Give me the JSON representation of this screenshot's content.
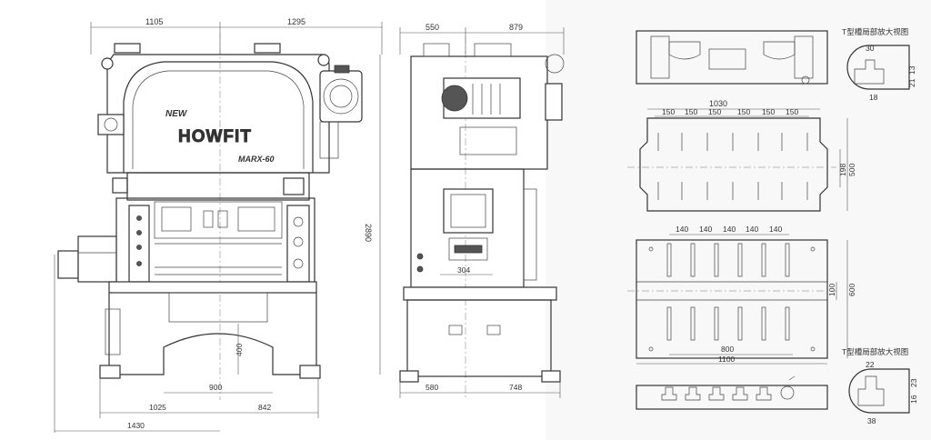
{
  "drawing": {
    "front_view": {
      "brand_top": "NEW",
      "brand": "HOWFIT",
      "model": "MARX-60",
      "dims": {
        "top_left": "1105",
        "top_right": "1295",
        "height": "2890",
        "bottom_mid": "900",
        "bottom_left": "1025",
        "bottom_right": "842",
        "bottom_total": "1430",
        "window_height": "400"
      }
    },
    "side_view": {
      "dims": {
        "top_left": "550",
        "top_right": "879",
        "die_width": "304",
        "bottom_left": "580",
        "bottom_right": "748"
      }
    },
    "plan_views": {
      "top_label": "T型槽局部放大视图",
      "bottom_label": "T型槽局部放大视图",
      "slide_plate": {
        "width": "1030",
        "pitches": [
          "150",
          "150",
          "150",
          "150",
          "150",
          "150"
        ],
        "height_inner": "198",
        "height_outer": "500"
      },
      "bolster_plate": {
        "pitches": [
          "140",
          "140",
          "140",
          "140",
          "140"
        ],
        "height_inner": "100",
        "height_outer": "600",
        "width_inner": "800",
        "width_outer": "1100"
      },
      "t_slot_top": {
        "width": "30",
        "depth_a": "13",
        "depth_b": "21",
        "neck": "18"
      },
      "t_slot_bottom": {
        "width": "22",
        "depth_a": "23",
        "depth_b": "16",
        "neck": "38"
      }
    }
  }
}
